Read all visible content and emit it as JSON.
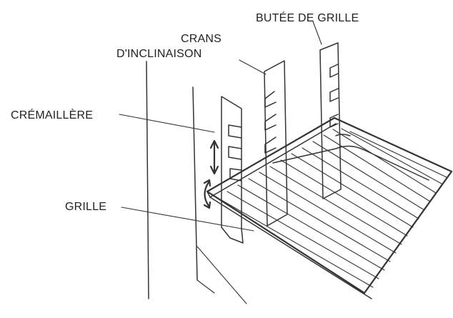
{
  "labels": {
    "grid_stop": "BUTÉE DE GRILLE",
    "tilt_notches_line1": "CRANS",
    "tilt_notches_line2": "D'INCLINAISON",
    "rack": "CRÉMAILLÈRE",
    "grid": "GRILLE"
  },
  "colors": {
    "line": "#333333",
    "background": "#ffffff"
  }
}
